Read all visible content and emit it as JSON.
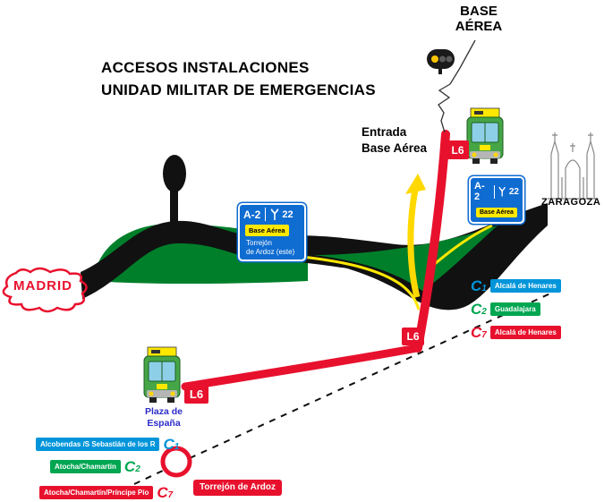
{
  "title": {
    "line1": "ACCESOS INSTALACIONES",
    "line2": "UNIDAD MILITAR DE EMERGENCIAS"
  },
  "base_aerea": {
    "line1": "BASE",
    "line2": "AÉREA"
  },
  "entrance": {
    "line1": "Entrada",
    "line2": "Base Aérea"
  },
  "cities": {
    "origin": "MADRID",
    "destination": "ZARAGOZA"
  },
  "bus": {
    "line": "L6"
  },
  "signs": {
    "main": {
      "road": "A-2",
      "exit": "22",
      "panel": "Base Aérea",
      "dest_line1": "Torrejón",
      "dest_line2": "de Ardoz (este)"
    },
    "exit_ramp": {
      "road": "A-2",
      "exit": "22",
      "panel": "Base Aérea"
    }
  },
  "stops": {
    "plaza_line1": "Plaza de",
    "plaza_line2": "España",
    "station": "Torrejón de Ardoz"
  },
  "rail_lines_right": [
    {
      "line": "C1",
      "label": "Alcalá de Henares",
      "color": "#0095da"
    },
    {
      "line": "C2",
      "label": "Guadalajara",
      "color": "#00a651"
    },
    {
      "line": "C7",
      "label": "Alcalá de Henares",
      "color": "#e8112d"
    }
  ],
  "rail_lines_left": [
    {
      "line": "C1",
      "label": "Alcobendas /S Sebastián de los R",
      "color": "#0095da"
    },
    {
      "line": "C2",
      "label": "Atocha/Chamartín",
      "color": "#00a651"
    },
    {
      "line": "C7",
      "label": "Atocha/Chamartín/Príncipe Pío",
      "color": "#e8112d"
    }
  ],
  "colors": {
    "route_red": "#e8112d",
    "sign_blue": "#0f6cd1",
    "panel_yellow": "#ffe800",
    "grass_green": "#007f2a",
    "road_black": "#111111"
  }
}
